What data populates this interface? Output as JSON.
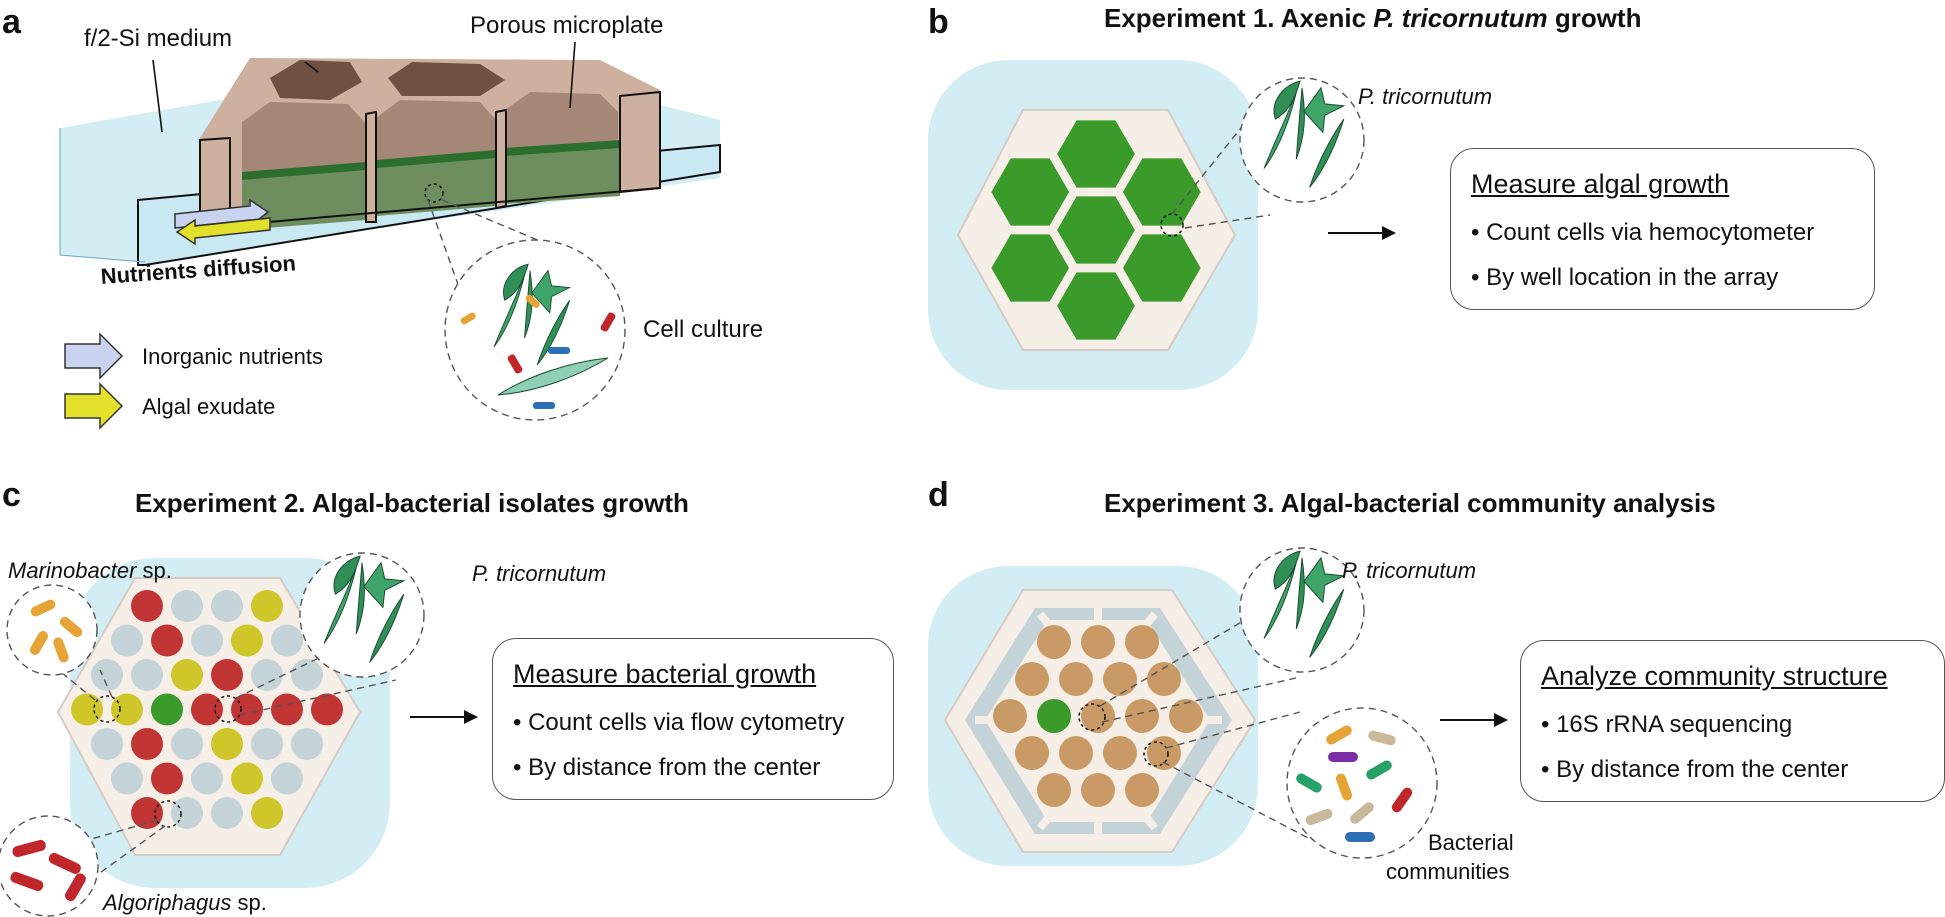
{
  "panels": {
    "a": {
      "letter": "a",
      "medium_label": "f/2-Si medium",
      "plate_label": "Porous microplate",
      "diffusion_label": "Nutrients diffusion",
      "culture_label": "Cell culture",
      "legend": [
        {
          "label": "Inorganic nutrients",
          "color": "#c9d3ef"
        },
        {
          "label": "Algal exudate",
          "color": "#e2e02b"
        }
      ]
    },
    "b": {
      "letter": "b",
      "title_pre": "Experiment 1. Axenic ",
      "title_italic": "P. tricornutum",
      "title_post": " growth",
      "species_label": "P. tricornutum",
      "box_title": "Measure algal growth",
      "box_items": [
        "• Count cells via hemocytometer",
        "• By well location in the array"
      ]
    },
    "c": {
      "letter": "c",
      "title": "Experiment 2. Algal-bacterial isolates growth",
      "species_label": "P. tricornutum",
      "bact1_italic": "Marinobacter",
      "bact1_rest": " sp.",
      "bact2_italic": "Algoriphagus",
      "bact2_rest": " sp.",
      "box_title": "Measure bacterial growth",
      "box_items": [
        "• Count cells via flow cytometry",
        "• By distance from the center"
      ]
    },
    "d": {
      "letter": "d",
      "title": "Experiment 3. Algal-bacterial community analysis",
      "species_label": "P. tricornutum",
      "community_line1": "Bacterial",
      "community_line2": "communities",
      "box_title": "Analyze community structure",
      "box_items": [
        "• 16S rRNA sequencing",
        "• By distance from the center"
      ]
    }
  },
  "colors": {
    "well_green": "#3a9a2a",
    "algae": "#2f8f57",
    "plate_tan": "#cdb09d",
    "medium": "#d2eef4",
    "red_well": "#c23535",
    "yellow_well": "#cfc62a",
    "gray_well": "#c3d3d8",
    "tan_well": "#c99a65"
  }
}
